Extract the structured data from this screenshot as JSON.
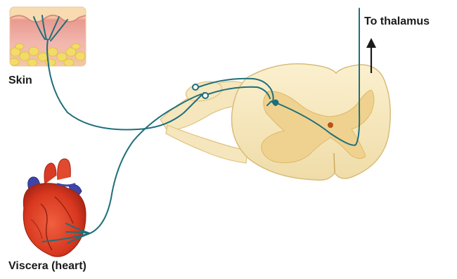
{
  "labels": {
    "skin": "Skin",
    "to_thalamus": "To thalamus",
    "viscera": "Viscera (heart)"
  },
  "colors": {
    "nerve": "#1f6f7a",
    "spinal_cord": "#f5e6bd",
    "grey_matter": "#efd28f",
    "skin_pink": "#efb5b0",
    "fat_yellow": "#f2dc68",
    "heart_red": "#d93b24",
    "heart_vessel_blue": "#3e45a8",
    "label_text": "#1a1a1a"
  }
}
